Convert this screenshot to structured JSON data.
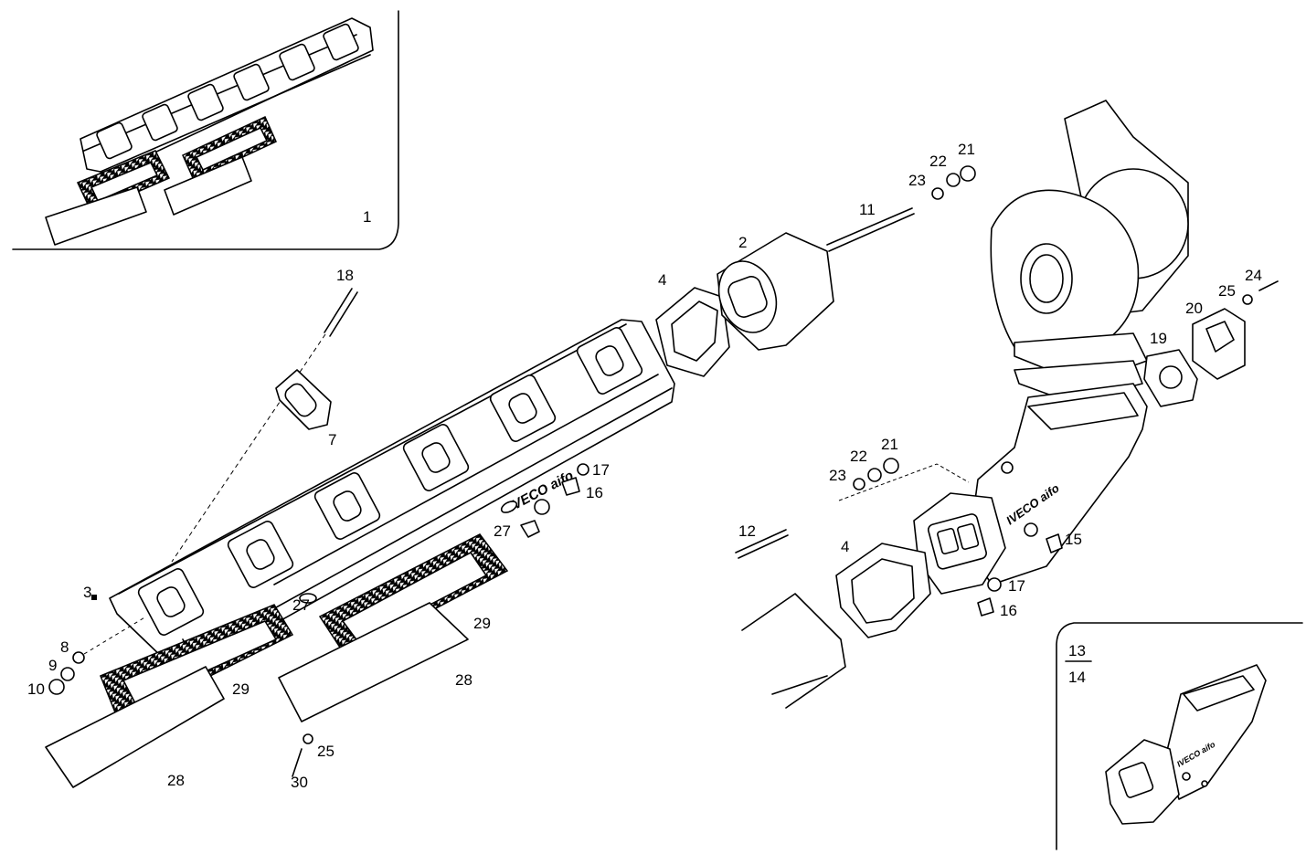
{
  "callouts": [
    {
      "id": "c1",
      "text": "1"
    },
    {
      "id": "c2",
      "text": "2"
    },
    {
      "id": "c3",
      "text": "3"
    },
    {
      "id": "c4a",
      "text": "4"
    },
    {
      "id": "c4b",
      "text": "4"
    },
    {
      "id": "c7",
      "text": "7"
    },
    {
      "id": "c8",
      "text": "8"
    },
    {
      "id": "c9",
      "text": "9"
    },
    {
      "id": "c10",
      "text": "10"
    },
    {
      "id": "c11",
      "text": "11"
    },
    {
      "id": "c12",
      "text": "12"
    },
    {
      "id": "c13",
      "text": "13"
    },
    {
      "id": "c14",
      "text": "14"
    },
    {
      "id": "c15",
      "text": "15"
    },
    {
      "id": "c16a",
      "text": "16"
    },
    {
      "id": "c16b",
      "text": "16"
    },
    {
      "id": "c17a",
      "text": "17"
    },
    {
      "id": "c17b",
      "text": "17"
    },
    {
      "id": "c18",
      "text": "18"
    },
    {
      "id": "c19",
      "text": "19"
    },
    {
      "id": "c20",
      "text": "20"
    },
    {
      "id": "c21a",
      "text": "21"
    },
    {
      "id": "c21b",
      "text": "21"
    },
    {
      "id": "c22a",
      "text": "22"
    },
    {
      "id": "c22b",
      "text": "22"
    },
    {
      "id": "c23a",
      "text": "23"
    },
    {
      "id": "c23b",
      "text": "23"
    },
    {
      "id": "c24",
      "text": "24"
    },
    {
      "id": "c25a",
      "text": "25"
    },
    {
      "id": "c25b",
      "text": "25"
    },
    {
      "id": "c27a",
      "text": "27"
    },
    {
      "id": "c27b",
      "text": "27"
    },
    {
      "id": "c28a",
      "text": "28"
    },
    {
      "id": "c28b",
      "text": "28"
    },
    {
      "id": "c29a",
      "text": "29"
    },
    {
      "id": "c29b",
      "text": "29"
    },
    {
      "id": "c30",
      "text": "30"
    }
  ],
  "logos": {
    "manifold_logo": "IVECO aifo",
    "elbow_logo": "IVECO aifo",
    "inset_logo": "IVECO aifo"
  }
}
